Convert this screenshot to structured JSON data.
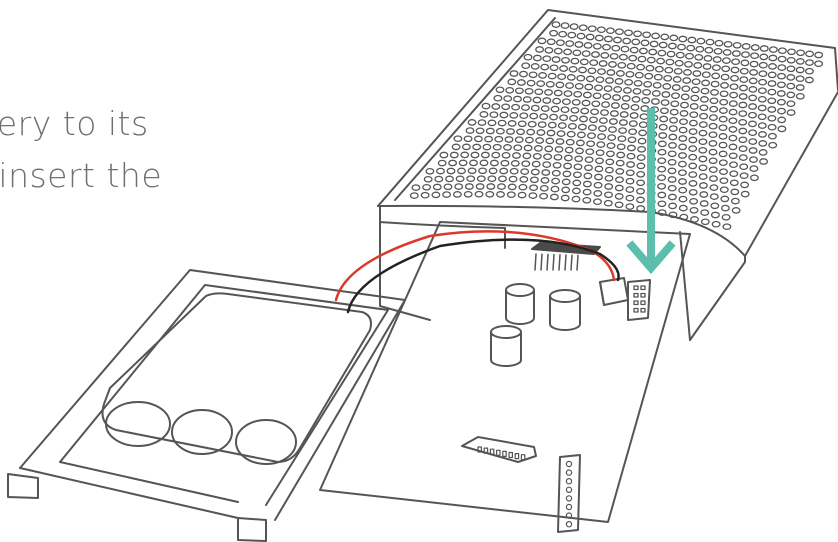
{
  "caption": {
    "line1": "ttery to its",
    "line2": "-insert the"
  },
  "colors": {
    "outline": "#555555",
    "arrow": "#5cbfad",
    "wire_red": "#d93a2b",
    "wire_black": "#222222",
    "text": "#6f6f6f"
  },
  "icons": [
    "grille-holes",
    "down-arrow",
    "capacitor",
    "battery-cell",
    "connector",
    "chip"
  ]
}
